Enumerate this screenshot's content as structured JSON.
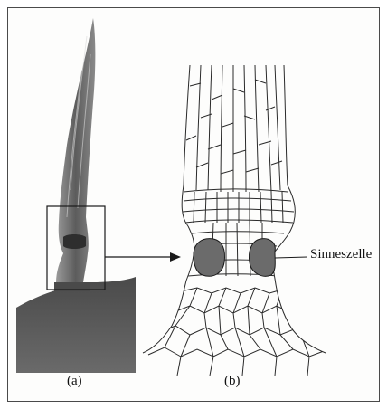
{
  "labels": {
    "panel_a": "(a)",
    "panel_b": "(b)",
    "callout": "Sinneszelle"
  },
  "colors": {
    "frame": "#4a4a4a",
    "cell_lines": "#2a2a2a",
    "sense_cell_fill": "#6b6b6b",
    "photo_dark": "#3a3a3a"
  }
}
